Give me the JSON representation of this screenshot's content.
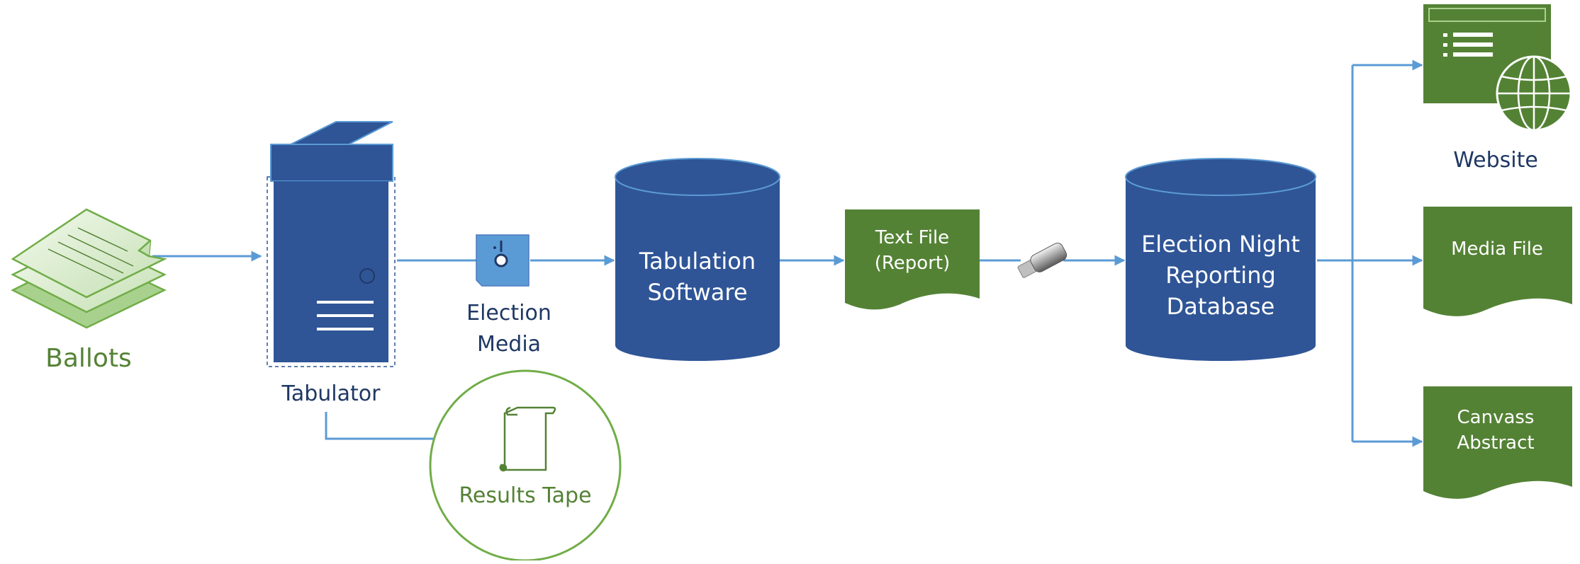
{
  "colors": {
    "blue": "#2F5597",
    "blue_light": "#4F79C0",
    "arrow": "#5B9BD5",
    "green": "#548235",
    "green_light": "#70AD47",
    "label_blue": "#1F3864",
    "white": "#FFFFFF"
  },
  "nodes": {
    "ballots": {
      "label": "Ballots",
      "icon": "paper-stack-icon"
    },
    "tabulator": {
      "label": "Tabulator",
      "icon": "tabulator-machine-icon"
    },
    "election_media": {
      "line1": "Election",
      "line2": "Media",
      "icon": "memory-card-icon"
    },
    "results_tape": {
      "label": "Results Tape",
      "icon": "scroll-icon"
    },
    "tabulation_software": {
      "line1": "Tabulation",
      "line2": "Software"
    },
    "text_file": {
      "line1": "Text File",
      "line2": "(Report)"
    },
    "usb": {
      "icon": "usb-drive-icon"
    },
    "enr_database": {
      "line1": "Election Night",
      "line2": "Reporting",
      "line3": "Database"
    },
    "website": {
      "label": "Website",
      "icon": "web-page-globe-icon"
    },
    "media_file": {
      "label": "Media File"
    },
    "canvass_abstract": {
      "line1": "Canvass",
      "line2": "Abstract"
    }
  }
}
